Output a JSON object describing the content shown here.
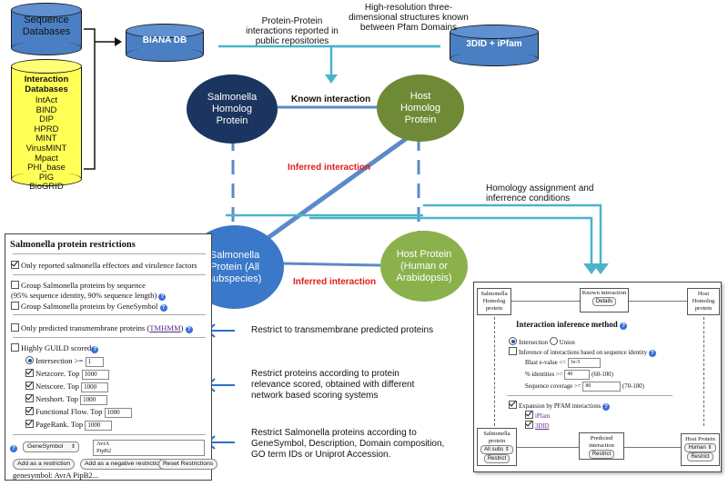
{
  "top": {
    "sequence_databases": "Sequence Databases",
    "biana_db": "BIANA DB",
    "interaction_db_title": "Interaction Databases",
    "interaction_dbs": [
      "IntAct",
      "BIND",
      "DIP",
      "HPRD",
      "MINT",
      "VirusMINT",
      "Mpact",
      "PHI_base",
      "PIG",
      "BioGRID"
    ],
    "ppi_note": "Protein-Protein interactions reported in public repositories",
    "hires_note": "High-resolution three-dimensional structures known between Pfam Domains",
    "did_ipfam": "3DID + iPfam",
    "known_interaction": "Known interaction",
    "inferred_interaction_1": "Inferred interaction",
    "inferred_interaction_2": "Inferred interaction",
    "homology_note": "Homology assignment and inferrence conditions"
  },
  "nodes": {
    "salmonella_homolog": "Salmonella Homolog Protein",
    "host_homolog": "Host Homolog Protein",
    "salmonella_protein": "Salmonella Protein (All subspecies)",
    "host_protein": "Host Protein (Human or Arabidopsis)"
  },
  "colors": {
    "db_blue": "#4a7fc4",
    "db_yellow": "#ffff55",
    "salmonella_homolog": "#1b3560",
    "host_homolog": "#6f8a37",
    "salmonella_protein": "#3a78c9",
    "host_protein": "#8bb14c",
    "edge_blue": "#5b8ac9",
    "arrow_teal": "#4bb3c9",
    "red_label": "#e41a1c",
    "arrow_blue": "#2b6fd1"
  },
  "left_panel": {
    "title": "Salmonella protein restrictions",
    "only_reported": "Only reported salmonella effectors and virulence factors",
    "group_sequence": "Group Salmonella proteins by sequence",
    "group_sequence_detail": "(95% sequence identity, 90% sequence length)",
    "group_genesymbol": "Group Salmonella proteins by GeneSymbol",
    "only_transmembrane_prefix": "Only predicted transmembrane proteins (",
    "tmhmm": "TMHMM",
    "only_transmembrane_suffix": ")",
    "highly_guild": "Highly GUILD scored",
    "intersection": "Intersection >=",
    "intersection_value": "1",
    "netzcore": "Netzcore. Top",
    "netzcore_value": "1000",
    "netscore": "Netscore. Top",
    "netscore_value": "1000",
    "netshort": "Netshort. Top",
    "netshort_value": "1000",
    "functional_flow": "Functional Flow. Top",
    "functional_flow_value": "1000",
    "pagerank": "PageRank. Top",
    "pagerank_value": "1000",
    "select_value": "GeneSymbol",
    "textarea_line1": "AvrA",
    "textarea_line2": "PipB2",
    "add_restriction": "Add as a restriction",
    "add_negative": "Add as a negative restriction",
    "reset": "Reset Restrictions",
    "genesymbol_line": "genesymbol: AvrA PipB2..."
  },
  "annotations": {
    "transmembrane": "Restrict to transmembrane predicted proteins",
    "relevance": "Restrict proteins according to protein relevance scored, obtained with different network based scoring systems",
    "genesymbol": "Restrict Salmonella proteins according to GeneSymbol, Description, Domain composition, GO term IDs or Uniprot Accession."
  },
  "right_panel": {
    "salmonella_homolog": "Salmonella Homolog protein",
    "known_interaction": "Known interaction",
    "details": "Details",
    "host_homolog": "Host Homolog protein",
    "method_title": "Interaction inference method",
    "intersection": "Intersection",
    "union": "Union",
    "inference_seq": "Inference of interactions based on sequence identity",
    "blast_evalue": "Blast e-value <=",
    "blast_evalue_value": "1e-5",
    "identities": "% identities >=",
    "identities_value": "40",
    "identities_range": "(60-100)",
    "coverage": "Sequence coverage >=",
    "coverage_value": "80",
    "coverage_range": "(70-100)",
    "expansion_pfam": "Expansion by PFAM interactions",
    "ipfam": "iPfam",
    "threedid": "3DID",
    "salmonella_protein": "Salmonella protein",
    "all_subs": "All subs",
    "restrict": "Restrict",
    "predicted_interaction": "Predicted interaction",
    "restrict2": "Restrict",
    "host_protein": "Host Protein",
    "human": "Human",
    "restrict3": "Restrict"
  }
}
